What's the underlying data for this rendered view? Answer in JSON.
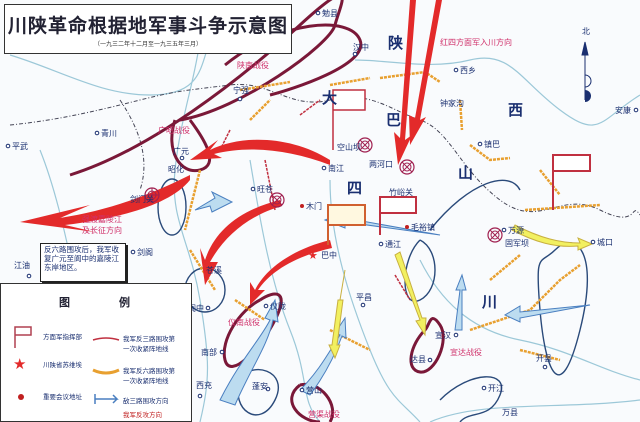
{
  "title": "川陕革命根据地军事斗争示意图",
  "subtitle": "（一九三二年十二月至一九三五年三月）",
  "note": "反六路围攻后，我军收复广元至阆中的嘉陵江东岸地区。",
  "regions": {
    "shaan": "陕",
    "xi": "西",
    "da": "大",
    "ba": "巴",
    "shan": "山",
    "si": "四",
    "chuan": "川"
  },
  "compass": {
    "label": "北"
  },
  "places": {
    "mianxian": "勉县",
    "hanzhong": "汉中",
    "xixiang": "西乡",
    "zhongjiagou": "钟家沟",
    "ankang": "安康",
    "ningqiang": "宁强",
    "qingchuan": "青川",
    "pingwu": "平武",
    "guangyuan": "广元",
    "zhaohua": "昭化",
    "kongshanba": "空山坝",
    "lianghekou": "两河口",
    "nanjiang": "南江",
    "zhenba": "镇巴",
    "zhuyuguan": "竹峪关",
    "wangcang": "旺苍",
    "mumen": "木门",
    "maoyuzhen": "毛裕镇",
    "tongjiang": "通江",
    "jianmenguan": "剑门关",
    "jiange": "剑阁",
    "jiangyou": "江油",
    "wanyuan": "万源",
    "gujunba": "固军坝",
    "chengkou": "城口",
    "bazhong": "巴中",
    "cangxi": "苍溪",
    "langzhong": "阆中",
    "yilong": "仪陇",
    "pingchang": "平昌",
    "nanbu": "南部",
    "xuanhan": "宣汉",
    "daxian": "达县",
    "xichong": "西充",
    "peng_an": "蓬安",
    "yingshan": "营山",
    "kaijiang": "开江",
    "kaixian": "开县",
    "wanxian": "万县"
  },
  "battles": {
    "shaannan": "陕南战役",
    "guangzhao": "广昭战役",
    "yinan": "仪南战役",
    "xuanda": "宣达战役",
    "yingqu": "营渠战役"
  },
  "directions": {
    "enter_sichuan": "红四方面军入川方向",
    "jialing_1": "强渡嘉陵江",
    "jialing_2": "及长征方向"
  },
  "legend": {
    "title_1": "图",
    "title_2": "例",
    "items": [
      {
        "label": "方面军指挥部",
        "icon": "flag-icon"
      },
      {
        "label": "川陕省苏维埃",
        "icon": "star-icon",
        "color": "#e32a2a"
      },
      {
        "label": "重要会议地址",
        "icon": "dot-icon",
        "color": "#c02020"
      }
    ],
    "lines": [
      {
        "label_1": "我军反三路围攻第",
        "label_2": "一次收紧阵地线",
        "color": "#c03040"
      },
      {
        "label_1": "我军反六路围攻第",
        "label_2": "一次收紧阵地线",
        "color": "#e8a030"
      },
      {
        "label_1": "敌三路围攻方向",
        "color": "#4a7fc0"
      },
      {
        "label_1": "我军反攻方向",
        "color": "#e32a2a"
      }
    ]
  },
  "colors": {
    "red_army": "#e32a2a",
    "battle_ring": "#7a1838",
    "enemy": "#4a7fc0",
    "front_line": "#e8a030",
    "river": "#9cc8d8"
  }
}
